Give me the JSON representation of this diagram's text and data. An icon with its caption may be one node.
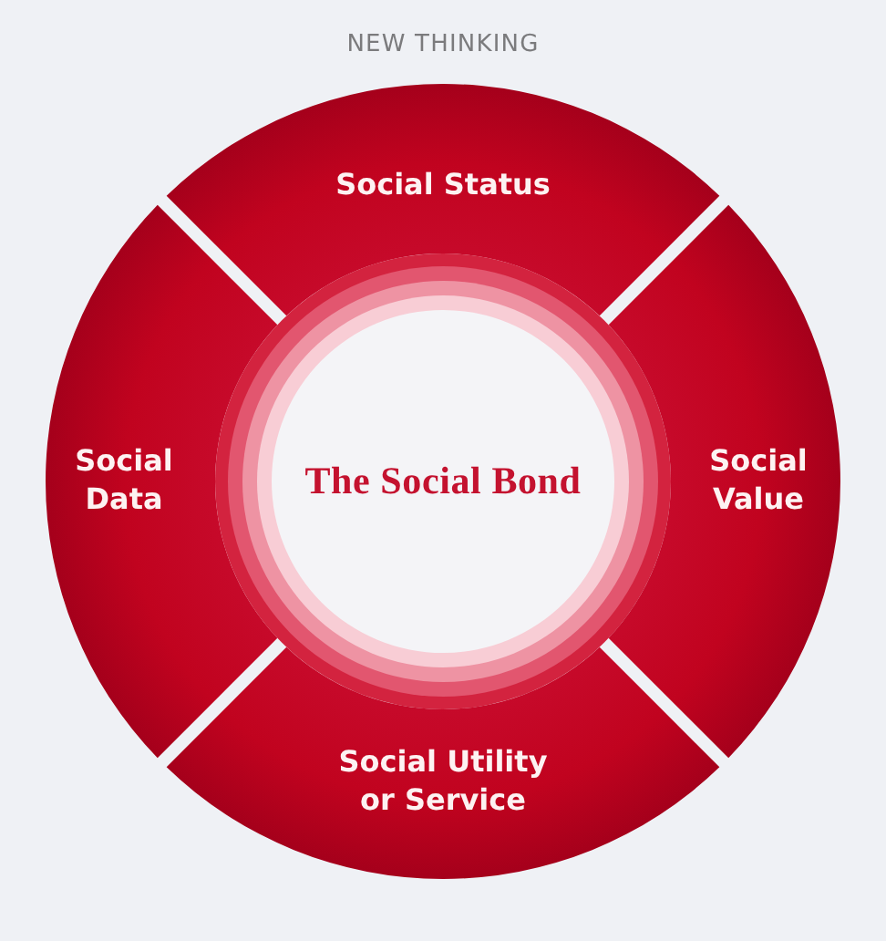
{
  "diagram": {
    "title": "NEW THINKING",
    "nodes": [
      {
        "text": [
          "Social Status"
        ]
      },
      {
        "text": [
          "Social Data"
        ]
      },
      {
        "text": [
          "The Social Bond"
        ]
      },
      {
        "text": [
          "Social Value"
        ]
      },
      {
        "text": [
          "Social Utility or Service"
        ]
      }
    ]
  }
}
